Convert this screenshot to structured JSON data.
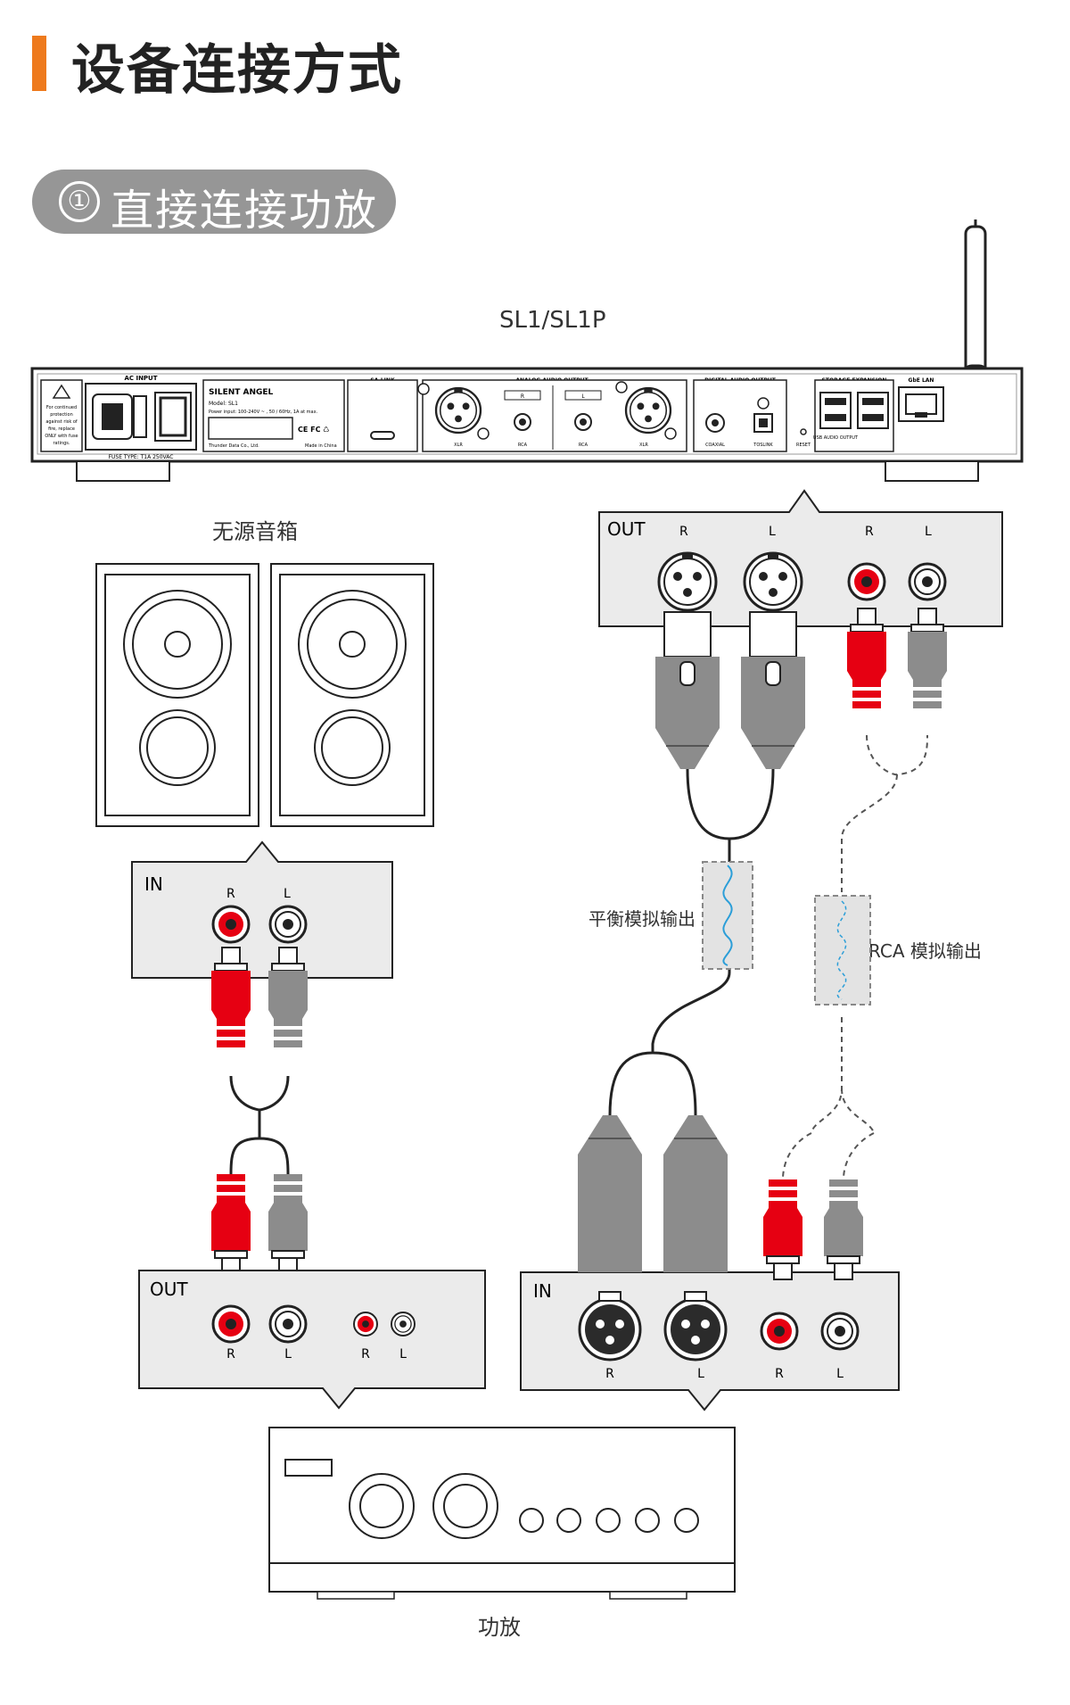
{
  "header": {
    "title": "设备连接方式"
  },
  "section": {
    "number": "①",
    "title": "直接连接功放"
  },
  "device": {
    "name": "SL1/SL1P",
    "panel": {
      "ac_input": "AC INPUT",
      "fuse": "FUSE TYPE: T1A 250VAC",
      "warning": "For continued protection against risk of fire, replace ONLY with fuse of the specified type and current ratings.",
      "brand": "SILENT ANGEL",
      "model": "Model: SL1",
      "power": "Power input: 100-240V ~ , 50 / 60Hz, 1A at max.",
      "maker": "Thunder Data Co., Ltd.",
      "origin": "Made in China",
      "sa_link": "SA-LINK",
      "analog_out": "ANALOG AUDIO OUTPUT",
      "digital_out": "DIGITAL AUDIO OUTPUT",
      "storage": "STORAGE EXPANSION",
      "lan": "GbE LAN",
      "xlr": "XLR",
      "rca": "RCA",
      "coaxial": "COAXIAL",
      "toslink": "TOSLINK",
      "reset": "RESET",
      "usb_audio": "USB AUDIO OUTPUT",
      "r": "R",
      "l": "L"
    }
  },
  "sl1_out_box": {
    "title": "OUT",
    "labels": [
      "R",
      "L",
      "R",
      "L"
    ]
  },
  "speakers": {
    "label": "无源音箱"
  },
  "speaker_in_box": {
    "title": "IN",
    "r": "R",
    "l": "L"
  },
  "amp_out_box": {
    "title": "OUT",
    "labels": [
      "R",
      "L",
      "R",
      "L"
    ]
  },
  "amp_in_box": {
    "title": "IN",
    "labels": [
      "R",
      "L",
      "R",
      "L"
    ]
  },
  "cables": {
    "balanced": "平衡模拟输出",
    "rca": "RCA 模拟输出"
  },
  "amplifier": {
    "label": "功放"
  },
  "colors": {
    "accent": "#ee7a1d",
    "red": "#e60012",
    "gray": "#8c8c8c",
    "box": "#ebebeb"
  }
}
